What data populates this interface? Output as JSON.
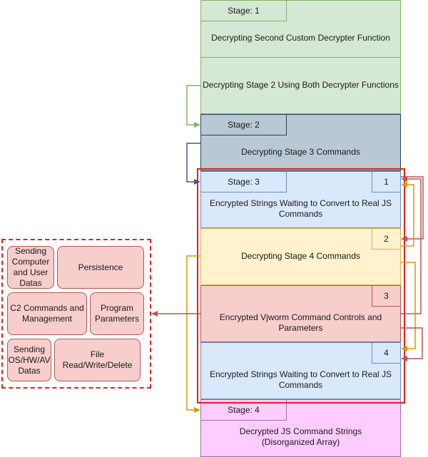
{
  "colors": {
    "green_fill": "#d5e8d4",
    "green_stroke": "#82b366",
    "slate_fill": "#bac8d3",
    "slate_stroke": "#23445d",
    "blue_fill": "#dae8fc",
    "blue_stroke": "#6c8ebf",
    "yellow_fill": "#fff2cc",
    "yellow_stroke": "#d6b656",
    "red_fill": "#f8cecc",
    "red_stroke": "#b85450",
    "pink_fill": "#ffccff",
    "pink_stroke": "#9673a6",
    "highlight_red": "#e0201b",
    "arrow_red": "#b85450",
    "arrow_gold": "#d79b00"
  },
  "stack": {
    "stage1": {
      "label": "Stage: 1",
      "row1": "Decrypting Second Custom Decrypter Function",
      "row2": "Decrypting Stage 2 Using Both Decrypter Functions"
    },
    "stage2": {
      "label": "Stage: 2",
      "text": "Decrypting Stage 3 Commands"
    },
    "stage3": {
      "label": "Stage: 3",
      "section1": {
        "num": "1",
        "text": "Encrypted Strings Waiting to Convert to Real JS Commands"
      },
      "section2": {
        "num": "2",
        "text": "Decrypting Stage 4 Commands"
      },
      "section3": {
        "num": "3",
        "text": "Encrypted Vjworm Command Controls and Parameters"
      },
      "section4": {
        "num": "4",
        "text": "Encrypted Strings Waiting to Convert to Real JS Commands"
      }
    },
    "stage4": {
      "label": "Stage: 4",
      "text": "Decrypted JS Command Strings (Disorganized Array)"
    }
  },
  "capabilities": {
    "sending_user_data": "Sending Computer and User Datas",
    "persistence": "Persistence",
    "c2_commands": "C2 Commands and Management",
    "program_parameters": "Program Parameters",
    "sending_os_data": "Sending OS/HW/AV Datas",
    "file_rw": "File Read/Write/Delete"
  }
}
